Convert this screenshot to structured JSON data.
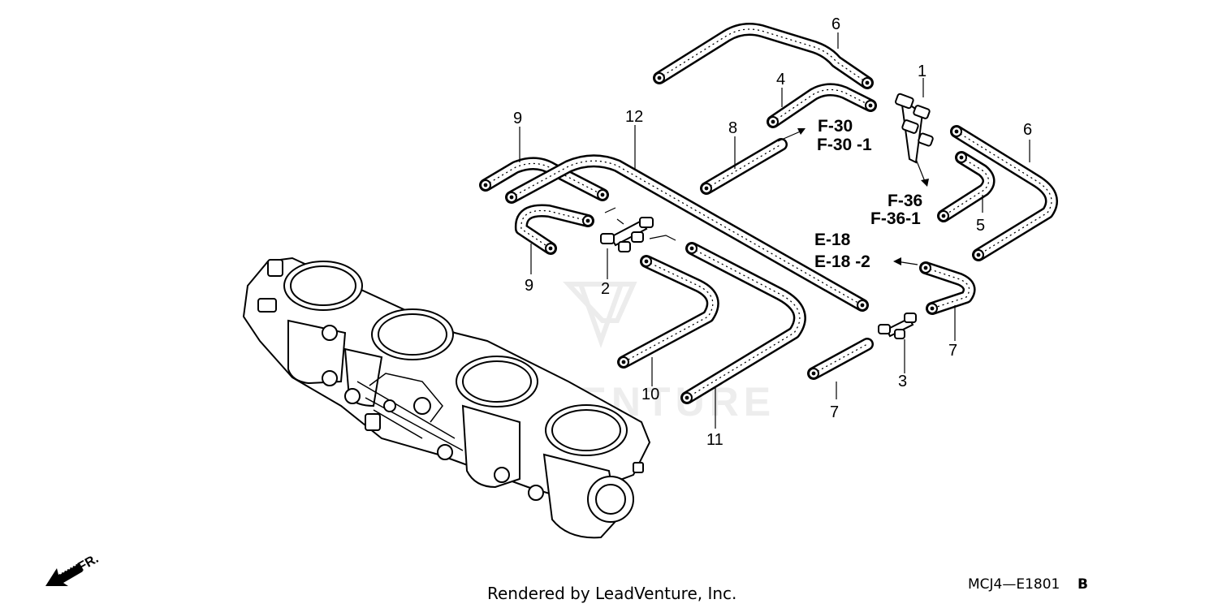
{
  "diagram": {
    "watermark_text": "ADVENTURE",
    "part_labels": {
      "p1": "1",
      "p2": "2",
      "p3": "3",
      "p4": "4",
      "p5": "5",
      "p6a": "6",
      "p6b": "6",
      "p7a": "7",
      "p7b": "7",
      "p8": "8",
      "p9a": "9",
      "p9b": "9",
      "p10": "10",
      "p11": "11",
      "p12": "12"
    },
    "references": {
      "f30": "F-30",
      "f30_1": "F-30 -1",
      "f36": "F-36",
      "f36_1": "F-36-1",
      "e18": "E-18",
      "e18_2": "E-18 -2"
    },
    "front_indicator": "FR.",
    "footer_text": "Rendered by LeadVenture, Inc.",
    "diagram_code": "MCJ4—E1801",
    "diagram_code_suffix": "B"
  }
}
